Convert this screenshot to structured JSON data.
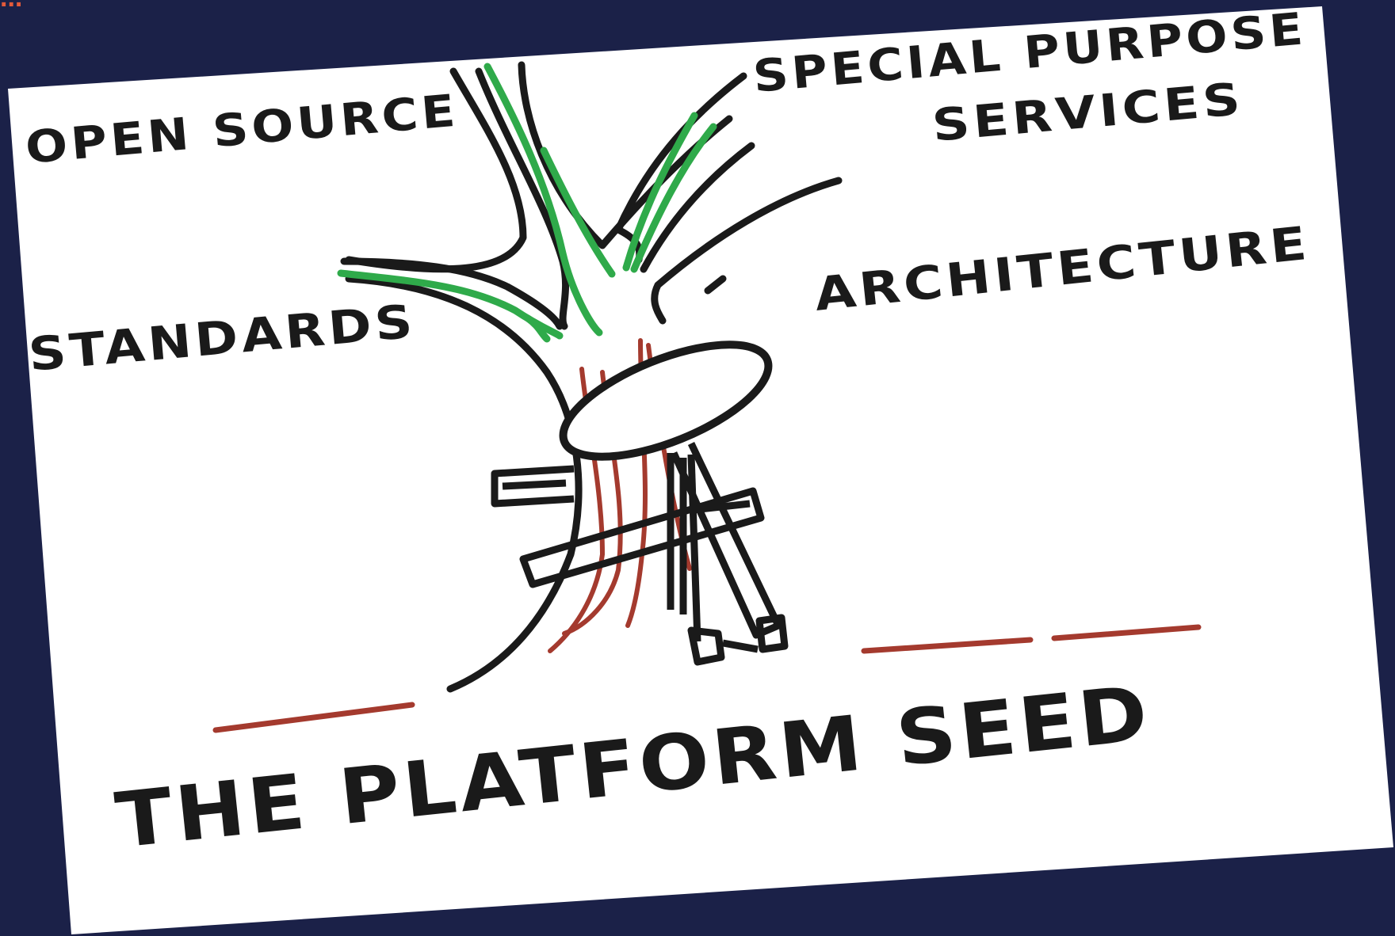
{
  "header": {
    "accent_text": "..."
  },
  "diagram": {
    "labels": {
      "open_source": "OPEN SOURCE",
      "special_purpose_line1": "SPECIAL PURPOSE",
      "special_purpose_line2": "SERVICES",
      "standards": "STANDARDS",
      "architecture": "ARCHITECTURE",
      "platform_seed": "THE PLATFORM  SEED"
    }
  },
  "colors": {
    "background": "#1b2148",
    "card": "#ffffff",
    "ink": "#1a1a1a",
    "leaf_green": "#2faa4a",
    "root_red": "#a43a2e",
    "accent": "#e35a3a"
  }
}
